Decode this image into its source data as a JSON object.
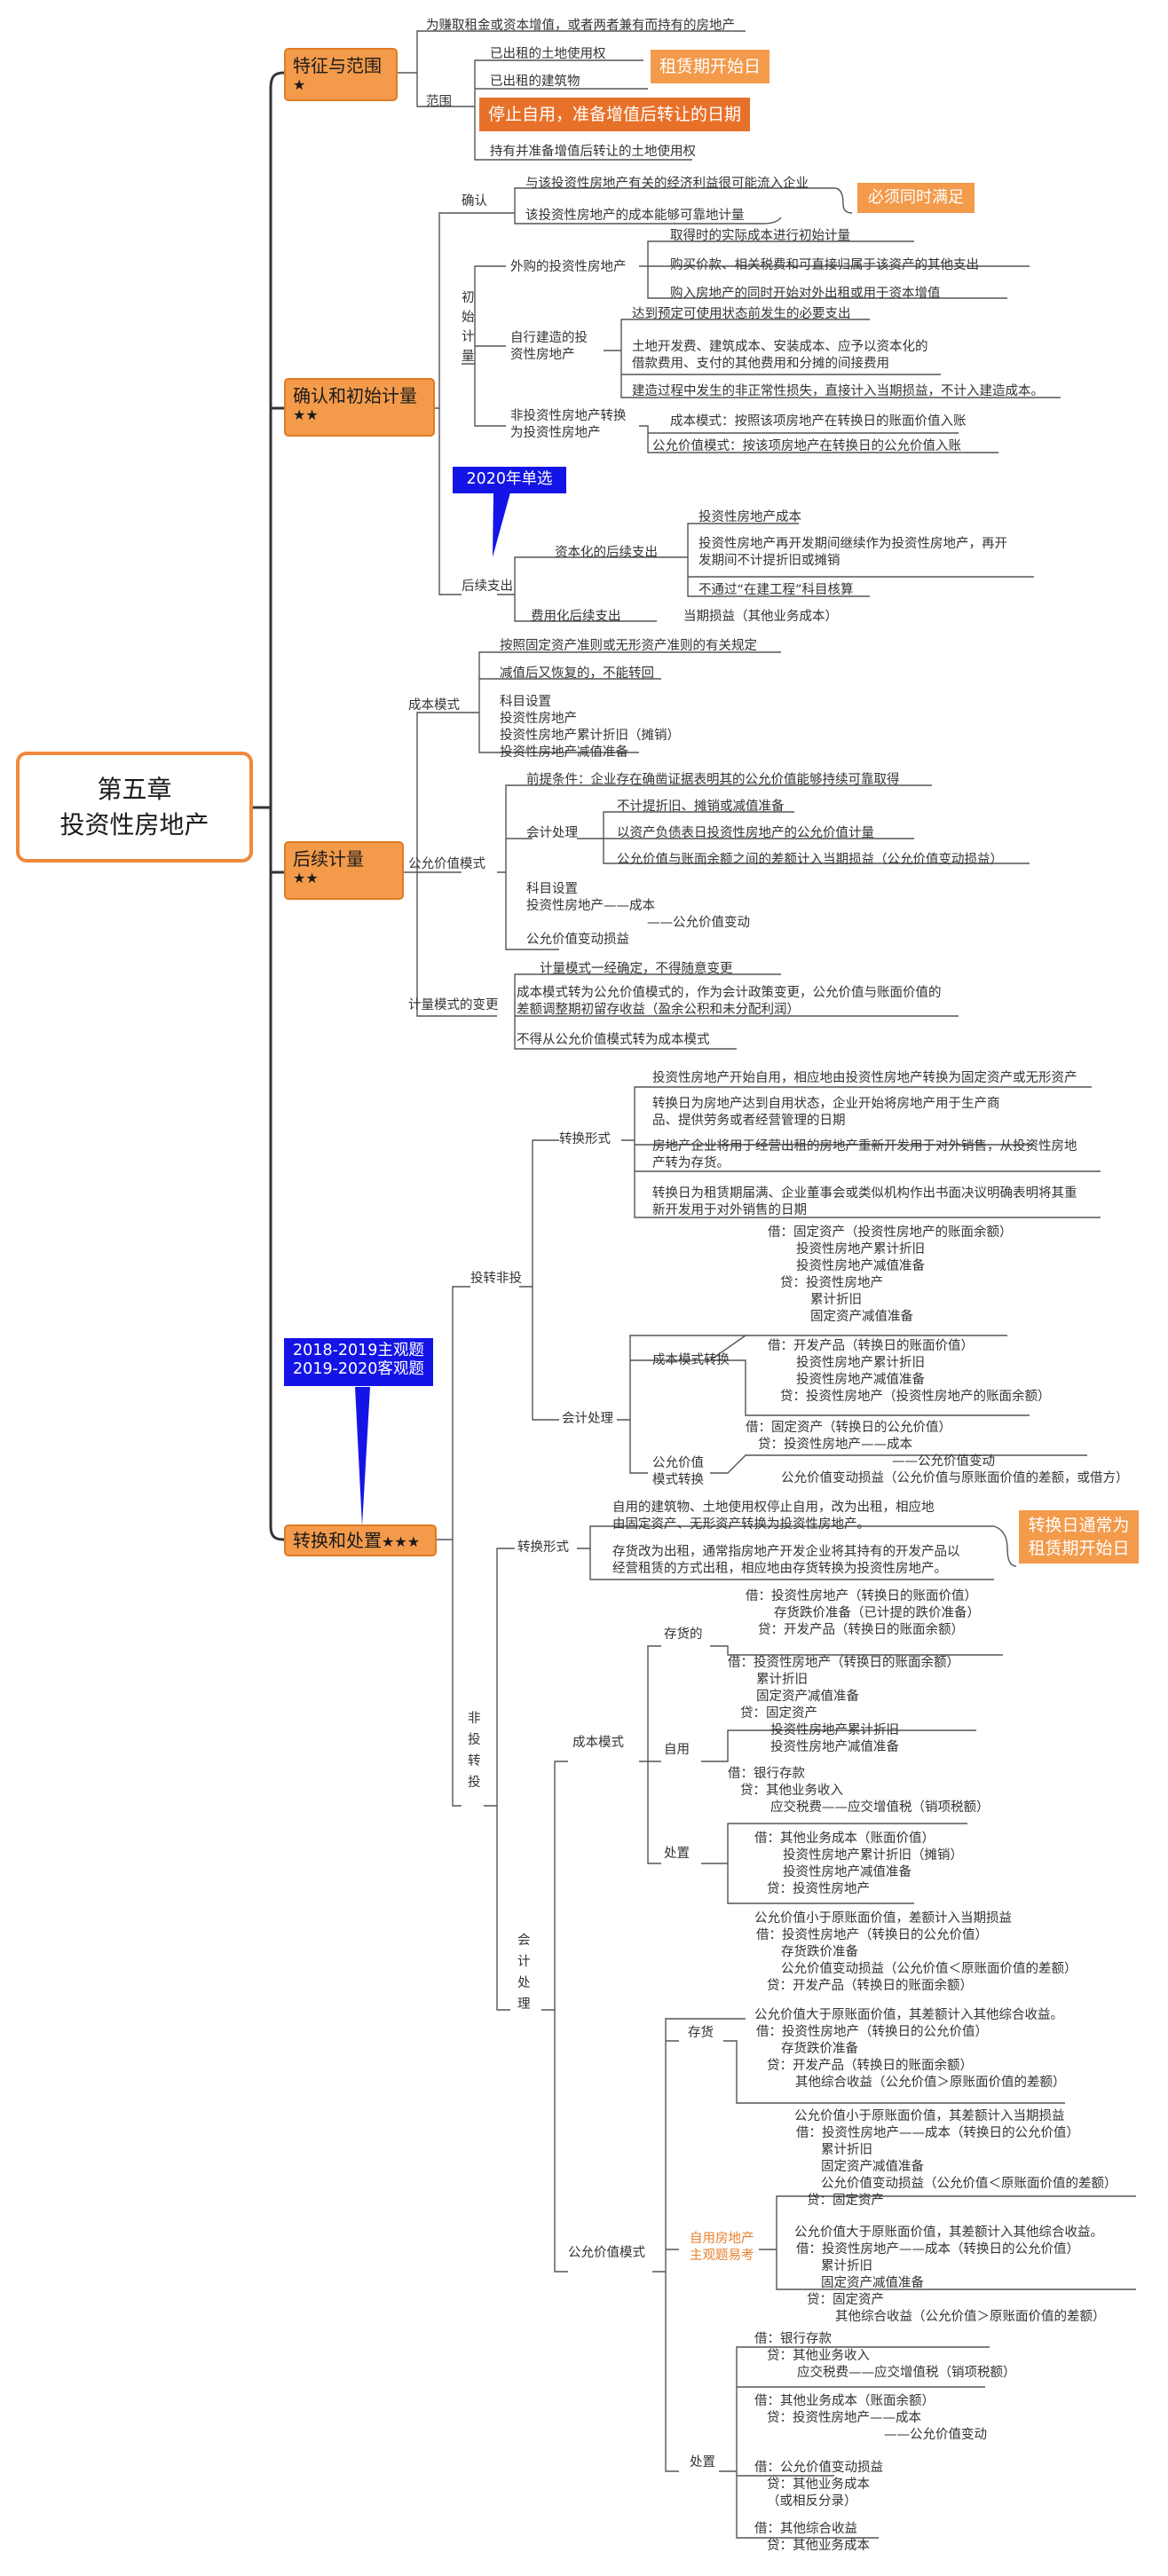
{
  "root": {
    "line1": "第五章",
    "line2": "投资性房地产"
  },
  "sec1": {
    "title": "特征与范围",
    "stars": "★",
    "def": "为赚取租金或资本增值，或者两者兼有而持有的房地产",
    "scope": "范围",
    "s1": "已出租的土地使用权",
    "s2": "已出租的建筑物",
    "s3": "持有并准备增值后转让的土地使用权",
    "tag1": "租赁期开始日",
    "tag2": "停止自用，准备增值后转让的日期"
  },
  "sec2": {
    "title": "确认和初始计量",
    "stars": "★★",
    "confirm": "确认",
    "c1": "与该投资性房地产有关的经济利益很可能流入企业",
    "c2": "该投资性房地产的成本能够可靠地计量",
    "ctag": "必须同时满足",
    "initial": [
      "初",
      "始",
      "计",
      "量"
    ],
    "purchased": "外购的投资性房地产",
    "p1": "取得时的实际成本进行初始计量",
    "p2": "购买价款、相关税费和可直接归属于该资产的其他支出",
    "p3": "购入房地产的同时开始对外出租或用于资本增值",
    "self": [
      "自行建造的投",
      "资性房地产"
    ],
    "b1": "达到预定可使用状态前发生的必要支出",
    "b2": [
      "土地开发费、建筑成本、安装成本、应予以资本化的",
      "借款费用、支付的其他费用和分摊的间接费用"
    ],
    "b3": "建造过程中发生的非正常性损失，直接计入当期损益，不计入建造成本。",
    "nontype": [
      "非投资性房地产转换",
      "为投资性房地产"
    ],
    "n1": "成本模式：按照该项房地产在转换日的账面价值入账",
    "n2": "公允价值模式：按该项房地产在转换日的公允价值入账",
    "year_tag": "2020年单选",
    "subsequent": "后续支出",
    "capital": "资本化的后续支出",
    "cap1": "投资性房地产成本",
    "cap2": [
      "投资性房地产再开发期间继续作为投资性房地产，再开",
      "发期间不计提折旧或摊销"
    ],
    "cap3": "不通过“在建工程”科目核算",
    "expense": "费用化后续支出",
    "exp1": "当期损益（其他业务成本）"
  },
  "sec3": {
    "title": "后续计量",
    "stars": "★★",
    "cost": "成本模式",
    "cm1": "按照固定资产准则或无形资产准则的有关规定",
    "cm2": "减值后又恢复的，不能转回",
    "cm3": [
      "科目设置",
      "投资性房地产",
      "投资性房地产累计折旧（摊销）",
      "投资性房地产减值准备"
    ],
    "fair": "公允价值模式",
    "fm1": "前提条件：企业存在确凿证据表明其的公允价值能够持续可靠取得",
    "acct": "会计处理",
    "fa1": "不计提折旧、摊销或减值准备",
    "fa2": "以资产负债表日投资性房地产的公允价值计量",
    "fa3": "公允价值与账面余额之间的差额计入当期损益（公允价值变动损益）",
    "fm3": [
      "科目设置",
      "投资性房地产——成本",
      "——公允价值变动",
      "公允价值变动损益"
    ],
    "change": "计量模式的变更",
    "ch1": "计量模式一经确定，不得随意变更",
    "ch2": [
      "成本模式转为公允价值模式的，作为会计政策变更，公允价值与账面价值的",
      "差额调整期初留存收益（盈余公积和未分配利润）"
    ],
    "ch3": "不得从公允价值模式转为成本模式"
  },
  "sec4": {
    "title": "转换和处置",
    "stars": "★★★",
    "exam_tag": [
      "2018-2019主观题",
      "2019-2020客观题"
    ],
    "to_ip": "投转非投",
    "form": "转换形式",
    "f1": "投资性房地产开始自用，相应地由投资性房地产转换为固定资产或无形资产",
    "f2": [
      "转换日为房地产达到自用状态，企业开始将房地产用于生产商",
      "品、提供劳务或者经营管理的日期"
    ],
    "f3": [
      "房地产企业将用于经营出租的房地产重新开发用于对外销售，从投资性房地",
      "产转为存货。"
    ],
    "f4": [
      "转换日为租赁期届满、企业董事会或类似机构作出书面决议明确表明将其重",
      "新开发用于对外销售的日期"
    ],
    "acct": "会计处理",
    "j1": [
      "借：固定资产（投资性房地产的账面余额）",
      "投资性房地产累计折旧",
      "投资性房地产减值准备",
      "贷：投资性房地产",
      "累计折旧",
      "固定资产减值准备"
    ],
    "cost_conv": "成本模式转换",
    "j2": [
      "借：开发产品（转换日的账面价值）",
      "投资性房地产累计折旧",
      "投资性房地产减值准备",
      "贷：投资性房地产（投资性房地产的账面余额）"
    ],
    "fair_conv": [
      "公允价值",
      "模式转换"
    ],
    "j3": [
      "借：固定资产（转换日的公允价值）",
      "贷：投资性房地产——成本",
      "——公允价值变动",
      "公允价值变动损益（公允价值与原账面价值的差额，或借方）"
    ],
    "non_to": [
      "非",
      "投",
      "转",
      "投"
    ],
    "form2": "转换形式",
    "g1": [
      "自用的建筑物、土地使用权停止自用，改为出租，相应地",
      "由固定资产、无形资产转换为投资性房地产。"
    ],
    "g2": [
      "存货改为出租，通常指房地产开发企业将其持有的开发产品以",
      "经营租赁的方式出租，相应地由存货转换为投资性房地产。"
    ],
    "conv_tag": [
      "转换日通常为",
      "租赁期开始日"
    ],
    "acct2": [
      "会",
      "计",
      "处",
      "理"
    ],
    "cost_mode": "成本模式",
    "inventory": "存货的",
    "k1": [
      "借：投资性房地产（转换日的账面价值）",
      "存货跌价准备（已计提的跌价准备）",
      "贷：开发产品（转换日的账面余额）"
    ],
    "selfuse": "自用",
    "k2": [
      "借：投资性房地产（转换日的账面余额）",
      "累计折旧",
      "固定资产减值准备",
      "贷：固定资产",
      "投资性房地产累计折旧",
      "投资性房地产减值准备"
    ],
    "dispose": "处置",
    "k3": [
      "借：银行存款",
      "贷：其他业务收入",
      "应交税费——应交增值税（销项税额）"
    ],
    "k4": [
      "借：其他业务成本（账面价值）",
      "投资性房地产累计折旧（摊销）",
      "投资性房地产减值准备",
      "贷：投资性房地产"
    ],
    "fair_mode": "公允价值模式",
    "m1": [
      "公允价值小于原账面价值，差额计入当期损益",
      "借：投资性房地产（转换日的公允价值）",
      "存货跌价准备",
      "公允价值变动损益（公允价值＜原账面价值的差额）",
      "贷：开发产品（转换日的账面余额）"
    ],
    "inv2": "存货",
    "m2": [
      "公允价值大于原账面价值，其差额计入其他综合收益。",
      "借：投资性房地产（转换日的公允价值）",
      "存货跌价准备",
      "贷：开发产品（转换日的账面余额）",
      "其他综合收益（公允价值＞原账面价值的差额）"
    ],
    "m3": [
      "公允价值小于原账面价值，其差额计入当期损益",
      "借：投资性房地产——成本（转换日的公允价值）",
      "累计折旧",
      "固定资产减值准备",
      "公允价值变动损益（公允价值＜原账面价值的差额）",
      "贷：固定资产"
    ],
    "selfuse_tag": [
      "自用房地产",
      "主观题易考"
    ],
    "m4": [
      "公允价值大于原账面价值，其差额计入其他综合收益。",
      "借：投资性房地产——成本（转换日的公允价值）",
      "累计折旧",
      "固定资产减值准备",
      "贷：固定资产",
      "其他综合收益（公允价值＞原账面价值的差额）"
    ],
    "dispose2": "处置",
    "d1": [
      "借：银行存款",
      "贷：其他业务收入",
      "应交税费——应交增值税（销项税额）"
    ],
    "d2": [
      "借：其他业务成本（账面余额）",
      "贷：投资性房地产——成本",
      "——公允价值变动"
    ],
    "d3": [
      "借：公允价值变动损益",
      "贷：其他业务成本",
      "（或相反分录）"
    ],
    "d4": [
      "借：其他综合收益",
      "贷：其他业务成本"
    ]
  },
  "colors": {
    "accent": "#f39a4b",
    "accent_border": "#e07a23",
    "blue_tag": "#1414e6"
  }
}
